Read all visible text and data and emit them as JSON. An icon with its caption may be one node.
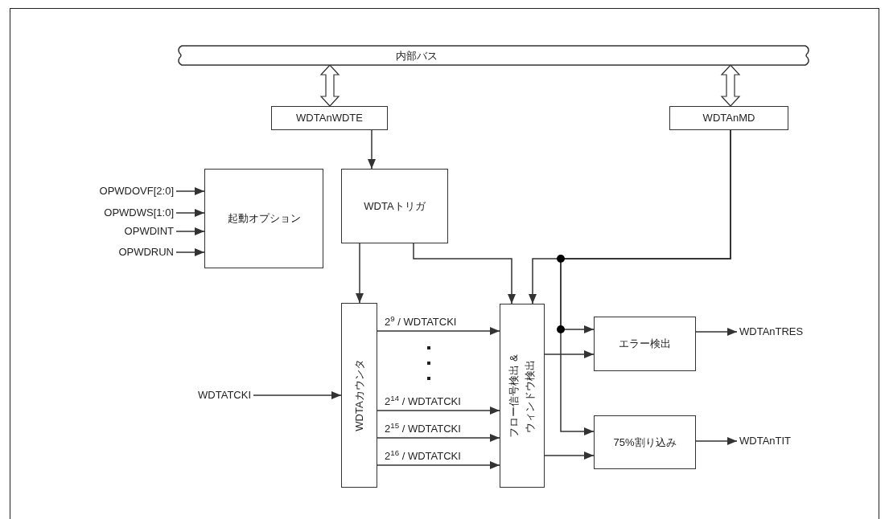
{
  "diagram": {
    "nodes": [
      {
        "text": [
          "内部バス"
        ]
      },
      {
        "text": [
          "WDTAnWDTE"
        ]
      },
      {
        "text": [
          "WDTAnMD"
        ]
      },
      {
        "text": [
          "起動オプション"
        ]
      },
      {
        "text": [
          "WDTAトリガ"
        ]
      },
      {
        "text": [
          "WDTAカウンタ"
        ]
      },
      {
        "text": [
          "フロー信号検出 & ウィンドウ検出"
        ]
      },
      {
        "text": [
          "エラー検出"
        ]
      },
      {
        "text": [
          "75%割り込み"
        ]
      },
      {
        "text": [
          "OPWDOVF[2:0]"
        ]
      },
      {
        "text": [
          "OPWDWS[1:0]"
        ]
      },
      {
        "text": [
          "OPWDINT"
        ]
      },
      {
        "text": [
          "OPWDRUN"
        ]
      },
      {
        "text": [
          "WDTATCKI"
        ]
      },
      {
        "text": [
          "WDTAnTRES"
        ]
      },
      {
        "text": [
          "WDTAnTIT"
        ]
      }
    ],
    "edges": [
      {
        "from": 1,
        "to": 0,
        "arrow": "both",
        "style": "thick"
      },
      {
        "from": 2,
        "to": 0,
        "arrow": "both",
        "style": "thick"
      },
      {
        "from": 1,
        "to": 4,
        "arrow": "to"
      },
      {
        "from": 9,
        "to": 3,
        "arrow": "to"
      },
      {
        "from": 10,
        "to": 3,
        "arrow": "to"
      },
      {
        "from": 11,
        "to": 3,
        "arrow": "to"
      },
      {
        "from": 12,
        "to": 3,
        "arrow": "to"
      },
      {
        "from": 4,
        "to": 5,
        "arrow": "to"
      },
      {
        "from": 4,
        "to": 6,
        "arrow": "to"
      },
      {
        "from": 2,
        "to": 6,
        "arrow": "to"
      },
      {
        "from": 2,
        "to": 7,
        "arrow": "to"
      },
      {
        "from": 2,
        "to": 8,
        "arrow": "to"
      },
      {
        "from": 5,
        "to": 6,
        "arrow": "to",
        "label": "2$^{9}$ / WDTATCKI"
      },
      {
        "from": 5,
        "to": 6,
        "arrow": "to",
        "label": "2$^{14}$ / WDTATCKI"
      },
      {
        "from": 5,
        "to": 6,
        "arrow": "to",
        "label": "2$^{15}$ / WDTATCKI"
      },
      {
        "from": 5,
        "to": 6,
        "arrow": "to",
        "label": "2$^{16}$ / WDTATCKI"
      },
      {
        "from": 13,
        "to": 5,
        "arrow": "to"
      },
      {
        "from": 6,
        "to": 7,
        "arrow": "to"
      },
      {
        "from": 6,
        "to": 8,
        "arrow": "to"
      },
      {
        "from": 7,
        "to": 14,
        "arrow": "to"
      },
      {
        "from": 8,
        "to": 15,
        "arrow": "to"
      }
    ]
  }
}
